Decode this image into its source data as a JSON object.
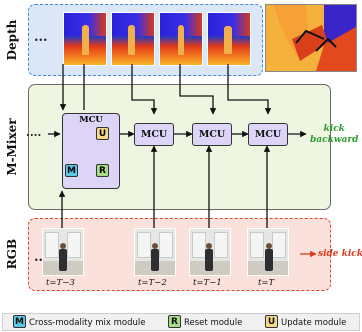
{
  "panels": {
    "depth_label": "Depth",
    "mixer_label": "M-Mixer",
    "rgb_label": "RGB"
  },
  "ellipsis": {
    "depth": "...",
    "mixer": "....",
    "rgb": "..."
  },
  "mcu": {
    "detail_label": "MCU",
    "unit_labels": [
      "MCU",
      "MCU",
      "MCU"
    ],
    "module_letters": {
      "m": "M",
      "r": "R",
      "u": "U"
    }
  },
  "frames": {
    "labels": [
      "t=T−3",
      "t=T−2",
      "t=T−1",
      "t=T"
    ]
  },
  "outputs": {
    "depth_action": "kick backward",
    "depth_action_line1": "kick",
    "depth_action_line2": "backward",
    "rgb_action": "side kick"
  },
  "legend": {
    "items": [
      {
        "letter": "M",
        "text": "Cross-modality mix module"
      },
      {
        "letter": "R",
        "text": "Reset module"
      },
      {
        "letter": "U",
        "text": "Update module"
      }
    ]
  },
  "colors": {
    "depth_border": "#4b86d6",
    "rgb_border": "#d04a36",
    "mcu_fill": "#ddd5f8",
    "depth_action": "#2e9b2e",
    "rgb_action": "#d93a1e",
    "arrow_blue": "#2a55d6"
  }
}
